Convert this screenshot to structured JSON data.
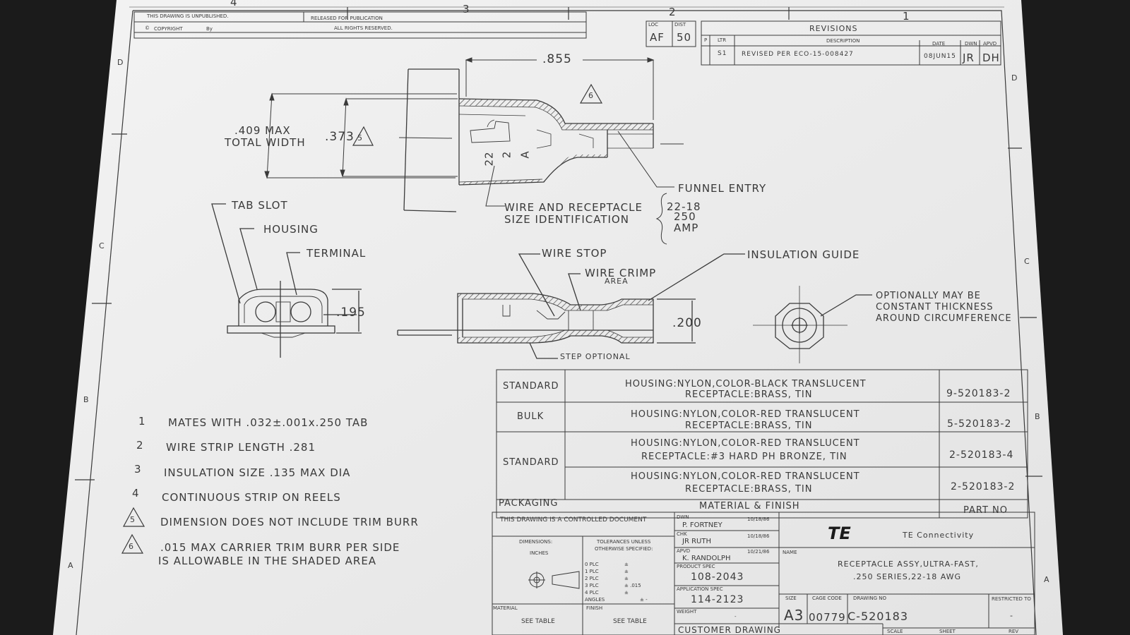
{
  "zones": {
    "top": [
      "4",
      "3",
      "2",
      "1"
    ],
    "left": [
      "D",
      "C",
      "B",
      "A"
    ],
    "right": [
      "D",
      "C",
      "B",
      "A"
    ]
  },
  "header": {
    "unpublished": "THIS DRAWING IS UNPUBLISHED.",
    "released": "RELEASED FOR PUBLICATION",
    "copyright": "COPYRIGHT",
    "by": "By",
    "rights": "ALL RIGHTS RESERVED."
  },
  "loc": {
    "loc_label": "LOC",
    "loc_value": "AF",
    "dist_label": "DIST",
    "dist_value": "50"
  },
  "revisions": {
    "title": "REVISIONS",
    "headers": {
      "p": "P",
      "ltr": "LTR",
      "description": "DESCRIPTION",
      "date": "DATE",
      "dwn": "DWN",
      "apvd": "APVD"
    },
    "row": {
      "ltr": "S1",
      "description": "REVISED PER ECO-15-008427",
      "date": "08JUN15",
      "dwn": "JR",
      "apvd": "DH"
    }
  },
  "dims": {
    "length": ".855",
    "max_width_value": ".409 MAX",
    "max_width_label": "TOTAL WIDTH",
    "inner_width": ".373",
    "height_front": ".195",
    "height_side": ".200"
  },
  "callouts": {
    "funnel_entry": "FUNNEL ENTRY",
    "wire_id_1": "WIRE AND RECEPTACLE",
    "wire_id_2": "SIZE IDENTIFICATION",
    "id_gauge": "22-18",
    "id_size": "250",
    "id_amp": "AMP",
    "tab_slot": "TAB SLOT",
    "housing": "HOUSING",
    "terminal": "TERMINAL",
    "wire_stop": "WIRE STOP",
    "wire_crimp_1": "WIRE CRIMP",
    "wire_crimp_2": "AREA",
    "insulation_guide": "INSULATION GUIDE",
    "step_optional": "STEP OPTIONAL",
    "optional_1": "OPTIONALLY MAY BE",
    "optional_2": "CONSTANT THICKNESS",
    "optional_3": "AROUND CIRCUMFERENCE",
    "side_marking_1": "22",
    "side_marking_2": "2",
    "side_marking_3": "A"
  },
  "notes": [
    {
      "num": "1",
      "text": "MATES WITH .032±.001x.250 TAB",
      "flag": false
    },
    {
      "num": "2",
      "text": "WIRE STRIP LENGTH .281",
      "flag": false
    },
    {
      "num": "3",
      "text": "INSULATION SIZE .135 MAX DIA",
      "flag": false
    },
    {
      "num": "4",
      "text": "CONTINUOUS STRIP ON REELS",
      "flag": false
    },
    {
      "num": "5",
      "text": "DIMENSION DOES NOT INCLUDE TRIM BURR",
      "flag": true
    },
    {
      "num": "6",
      "text": ".015 MAX CARRIER TRIM BURR PER SIDE",
      "text2": "IS ALLOWABLE IN THE SHADED AREA",
      "flag": true
    }
  ],
  "parts_table": {
    "rows": [
      {
        "packaging": "STANDARD",
        "line1": "HOUSING:NYLON,COLOR-BLACK TRANSLUCENT",
        "line2": "RECEPTACLE:BRASS, TIN",
        "part_no": "9-520183-2"
      },
      {
        "packaging": "BULK",
        "line1": "HOUSING:NYLON,COLOR-RED TRANSLUCENT",
        "line2": "RECEPTACLE:BRASS, TIN",
        "part_no": "5-520183-2"
      },
      {
        "packaging": "STANDARD",
        "line1": "HOUSING:NYLON,COLOR-RED TRANSLUCENT",
        "line2": "RECEPTACLE:#3 HARD PH BRONZE, TIN",
        "part_no": "2-520183-4"
      },
      {
        "packaging": "",
        "line1": "HOUSING:NYLON,COLOR-RED TRANSLUCENT",
        "line2": "RECEPTACLE:BRASS, TIN",
        "part_no": "2-520183-2"
      }
    ],
    "header_packaging": "PACKAGING",
    "header_material": "MATERIAL & FINISH",
    "header_part": "PART NO"
  },
  "title_block": {
    "controlled": "THIS DRAWING IS A CONTROLLED DOCUMENT",
    "dimensions_label": "DIMENSIONS:",
    "inches": "INCHES",
    "tolerances_1": "TOLERANCES UNLESS",
    "tolerances_2": "OTHERWISE SPECIFIED:",
    "plc_rows": [
      "0 PLC",
      "1 PLC",
      "2 PLC",
      "3 PLC",
      "4 PLC",
      "ANGLES"
    ],
    "plc_values": [
      "±",
      "±",
      "±",
      "± .015",
      "±",
      "± -"
    ],
    "material_label": "MATERIAL",
    "material_value": "SEE TABLE",
    "finish_label": "FINISH",
    "finish_value": "SEE TABLE",
    "dwn_label": "DWN",
    "dwn_name": "P. FORTNEY",
    "dwn_date": "10/18/86",
    "chk_label": "CHK",
    "chk_name": "JR RUTH",
    "chk_date": "10/18/86",
    "apvd_label": "APVD",
    "apvd_name": "K. RANDOLPH",
    "apvd_date": "10/21/86",
    "product_spec_label": "PRODUCT SPEC",
    "product_spec": "108-2043",
    "application_spec_label": "APPLICATION SPEC",
    "application_spec": "114-2123",
    "weight_label": "WEIGHT",
    "weight_value": "-",
    "customer_drawing": "CUSTOMER DRAWING",
    "logo": "TE",
    "company": "TE Connectivity",
    "name_label": "NAME",
    "name_1": "RECEPTACLE ASSY,ULTRA-FAST,",
    "name_2": ".250 SERIES,22-18 AWG",
    "size_label": "SIZE",
    "size": "A3",
    "cage_label": "CAGE CODE",
    "cage": "00779",
    "drawing_no_label": "DRAWING NO",
    "drawing_no": "C-520183",
    "restricted_label": "RESTRICTED TO",
    "restricted_value": "-",
    "scale_label": "SCALE",
    "sheet_label": "SHEET",
    "rev_label": "REV"
  },
  "colors": {
    "paper": "#ededed",
    "line": "#3a3a3a",
    "background": "#1b1b1b"
  }
}
